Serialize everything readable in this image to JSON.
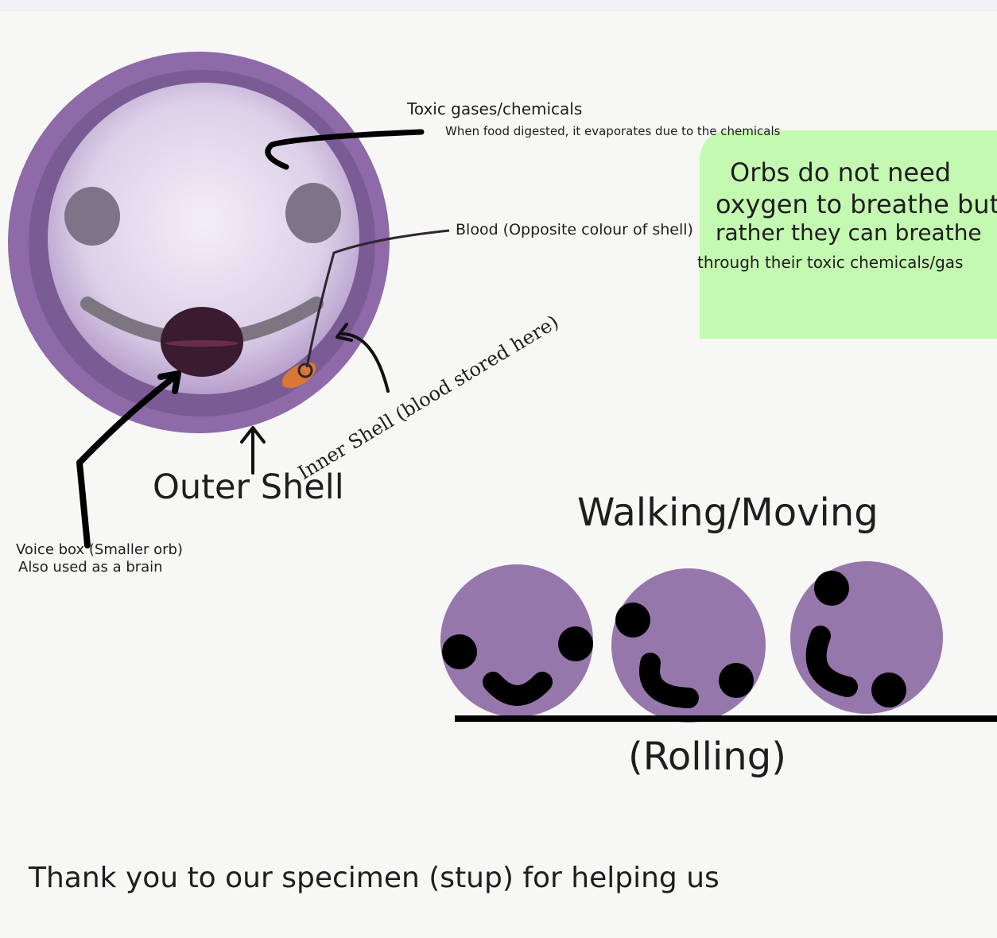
{
  "labels": {
    "toxic_gases": "Toxic gases/chemicals",
    "toxic_note": "When food digested, it evaporates due to the chemicals",
    "blood": "Blood (Opposite colour of shell)",
    "inner_shell": "Inner Shell (blood stored here)",
    "outer_shell": "Outer Shell",
    "voice_box": "Voice box (Smaller orb)",
    "voice_box_note": "Also used as a brain"
  },
  "note": {
    "line1": "Orbs do not need",
    "line2": "oxygen to breathe but",
    "line3": "rather they can breathe",
    "line4": "through their toxic chemicals/gas"
  },
  "movement": {
    "title": "Walking/Moving",
    "caption": "(Rolling)"
  },
  "footer": {
    "thanks": "Thank you to our specimen (stup) for helping us"
  },
  "colors": {
    "outer_shell": "#8e6aa8",
    "inner_shell": "#7a5b94",
    "body": "#dcd1e8",
    "eye": "#7d7585",
    "mouth": "#7c7683",
    "voice_box": "#3a1b30",
    "blood": "#d87834",
    "rolling_orb": "#9677ab",
    "note_bg": "#c4f9b2",
    "ink": "#000000"
  }
}
